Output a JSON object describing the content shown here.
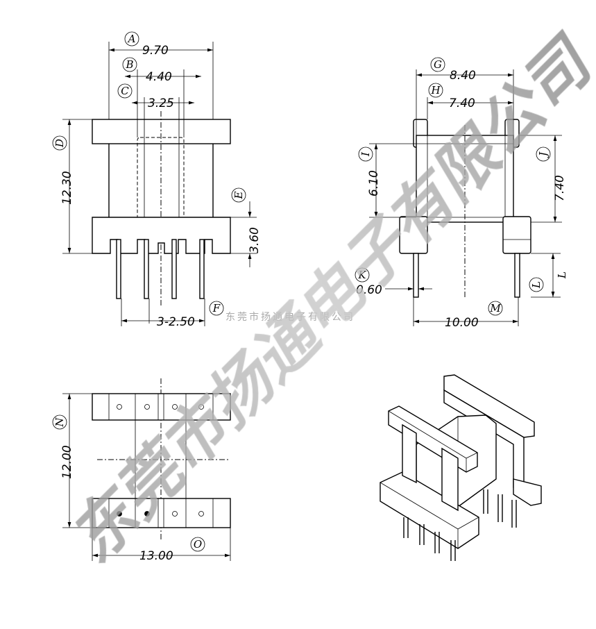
{
  "drawing": {
    "front_view": {
      "dims": [
        {
          "label": "A",
          "value": "9.70"
        },
        {
          "label": "B",
          "value": "4.40"
        },
        {
          "label": "C",
          "value": "3.25"
        },
        {
          "label": "D",
          "value": "12.30"
        },
        {
          "label": "E",
          "value": "3.60"
        },
        {
          "label": "F",
          "value": "3-2.50"
        }
      ]
    },
    "side_view": {
      "dims": [
        {
          "label": "G",
          "value": "8.40"
        },
        {
          "label": "H",
          "value": "7.40"
        },
        {
          "label": "I",
          "value": "6.10"
        },
        {
          "label": "J",
          "value": "7.40"
        },
        {
          "label": "K",
          "value": "0.60"
        },
        {
          "label": "L",
          "value": "L"
        },
        {
          "label": "M",
          "value": "10.00"
        }
      ]
    },
    "bottom_view": {
      "dims": [
        {
          "label": "N",
          "value": "12.00"
        },
        {
          "label": "O",
          "value": "13.00"
        }
      ]
    }
  },
  "watermark": {
    "large": "东莞市扬通电子有限公司",
    "small": "东莞市扬通电子有限公司"
  }
}
